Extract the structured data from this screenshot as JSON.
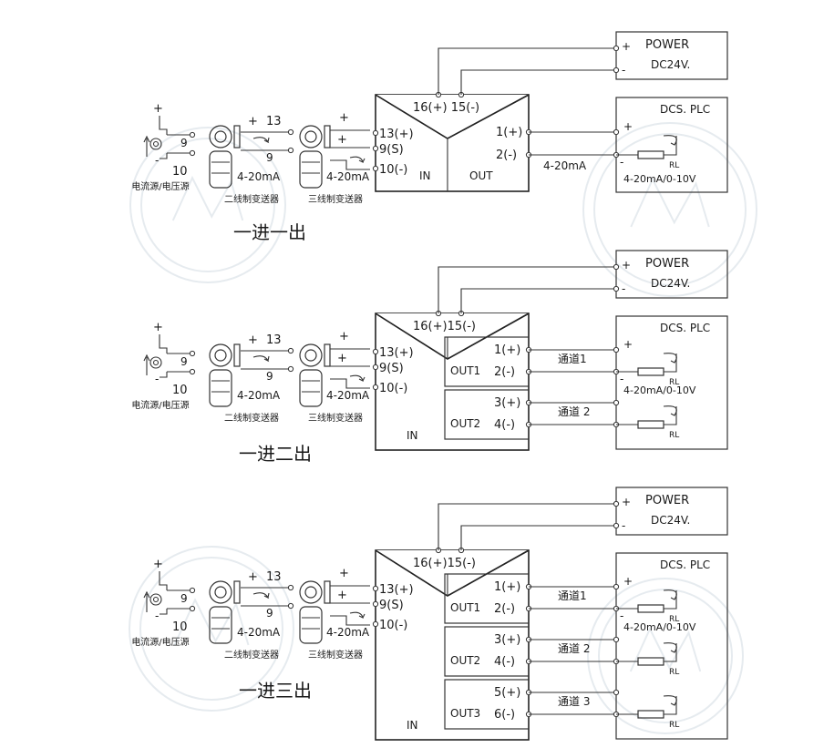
{
  "sections": [
    {
      "title": "一进一出",
      "source": {
        "plus": "+",
        "minus": "-",
        "pin_a": "9",
        "pin_b": "10",
        "label": "电流源/电压源"
      },
      "two_wire": {
        "plus": "+",
        "pin_a": "13",
        "pin_b": "9",
        "range": "4-20mA",
        "label": "二线制变送器"
      },
      "three_wire": {
        "plus_top": "+",
        "plus_mid": "+",
        "range": "4-20mA",
        "label": "三线制变送器"
      },
      "module": {
        "in_terminals": [
          "13(+)",
          "9(S)",
          "10(-)"
        ],
        "power_terminals": "16(+) 15(-)",
        "in_label": "IN",
        "outputs": [
          {
            "label": "OUT",
            "pins": [
              "1(+)",
              "2(-)"
            ]
          }
        ]
      },
      "power": {
        "title": "POWER",
        "voltage": "DC24V.",
        "plus": "+",
        "minus": "-"
      },
      "dcs": {
        "title": "DCS. PLC",
        "range": "4-20mA/0-10V",
        "rl": "RL",
        "plus": "+",
        "minus": "-"
      },
      "signals": [
        "4-20mA"
      ]
    },
    {
      "title": "一进二出",
      "source": {
        "plus": "+",
        "minus": "-",
        "pin_a": "9",
        "pin_b": "10",
        "label": "电流源/电压源"
      },
      "two_wire": {
        "plus": "+",
        "pin_a": "13",
        "pin_b": "9",
        "range": "4-20mA",
        "label": "二线制变送器"
      },
      "three_wire": {
        "plus_top": "+",
        "plus_mid": "+",
        "range": "4-20mA",
        "label": "三线制变送器"
      },
      "module": {
        "in_terminals": [
          "13(+)",
          "9(S)",
          "10(-)"
        ],
        "power_terminals": "16(+)15(-)",
        "in_label": "IN",
        "outputs": [
          {
            "label": "OUT1",
            "pins": [
              "1(+)",
              "2(-)"
            ]
          },
          {
            "label": "OUT2",
            "pins": [
              "3(+)",
              "4(-)"
            ]
          }
        ]
      },
      "power": {
        "title": "POWER",
        "voltage": "DC24V.",
        "plus": "+",
        "minus": "-"
      },
      "dcs": {
        "title": "DCS. PLC",
        "range": "4-20mA/0-10V",
        "rl": "RL",
        "plus": "+",
        "minus": "-"
      },
      "signals": [
        "通道1",
        "通道 2"
      ]
    },
    {
      "title": "一进三出",
      "source": {
        "plus": "+",
        "minus": "-",
        "pin_a": "9",
        "pin_b": "10",
        "label": "电流源/电压源"
      },
      "two_wire": {
        "plus": "+",
        "pin_a": "13",
        "pin_b": "9",
        "range": "4-20mA",
        "label": "二线制变送器"
      },
      "three_wire": {
        "plus_top": "+",
        "plus_mid": "+",
        "range": "4-20mA",
        "label": "三线制变送器"
      },
      "module": {
        "in_terminals": [
          "13(+)",
          "9(S)",
          "10(-)"
        ],
        "power_terminals": "16(+)15(-)",
        "in_label": "IN",
        "outputs": [
          {
            "label": "OUT1",
            "pins": [
              "1(+)",
              "2(-)"
            ]
          },
          {
            "label": "OUT2",
            "pins": [
              "3(+)",
              "4(-)"
            ]
          },
          {
            "label": "OUT3",
            "pins": [
              "5(+)",
              "6(-)"
            ]
          }
        ]
      },
      "power": {
        "title": "POWER",
        "voltage": "DC24V.",
        "plus": "+",
        "minus": "-"
      },
      "dcs": {
        "title": "DCS. PLC",
        "range": "4-20mA/0-10V",
        "rl": "RL",
        "plus": "+",
        "minus": "-"
      },
      "signals": [
        "通道1",
        "通道 2",
        "通道 3"
      ]
    }
  ]
}
